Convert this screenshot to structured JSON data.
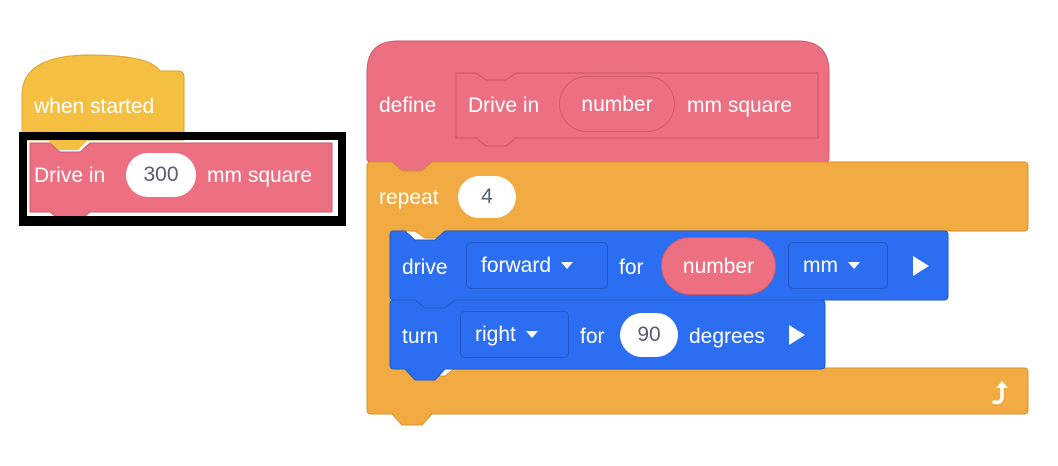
{
  "colors": {
    "event": "#f5bf42",
    "myblock": "#ec6f82",
    "control": "#f2ab42",
    "drivetrain": "#2b6ef2",
    "highlight": "#000000",
    "input_text": "#575e75"
  },
  "script1": {
    "hat_label": "when started",
    "call_block": {
      "prefix": "Drive in",
      "value": "300",
      "suffix": "mm square"
    }
  },
  "script2": {
    "define": {
      "keyword": "define",
      "prefix": "Drive in",
      "param": "number",
      "suffix": "mm square"
    },
    "repeat": {
      "label": "repeat",
      "count": "4",
      "loop_icon": "loop-arrow-icon"
    },
    "drive": {
      "label": "drive",
      "direction": "forward",
      "for_label": "for",
      "distance": "number",
      "unit": "mm",
      "run_icon": "play-icon"
    },
    "turn": {
      "label": "turn",
      "direction": "right",
      "for_label": "for",
      "angle": "90",
      "unit_label": "degrees",
      "run_icon": "play-icon"
    }
  }
}
